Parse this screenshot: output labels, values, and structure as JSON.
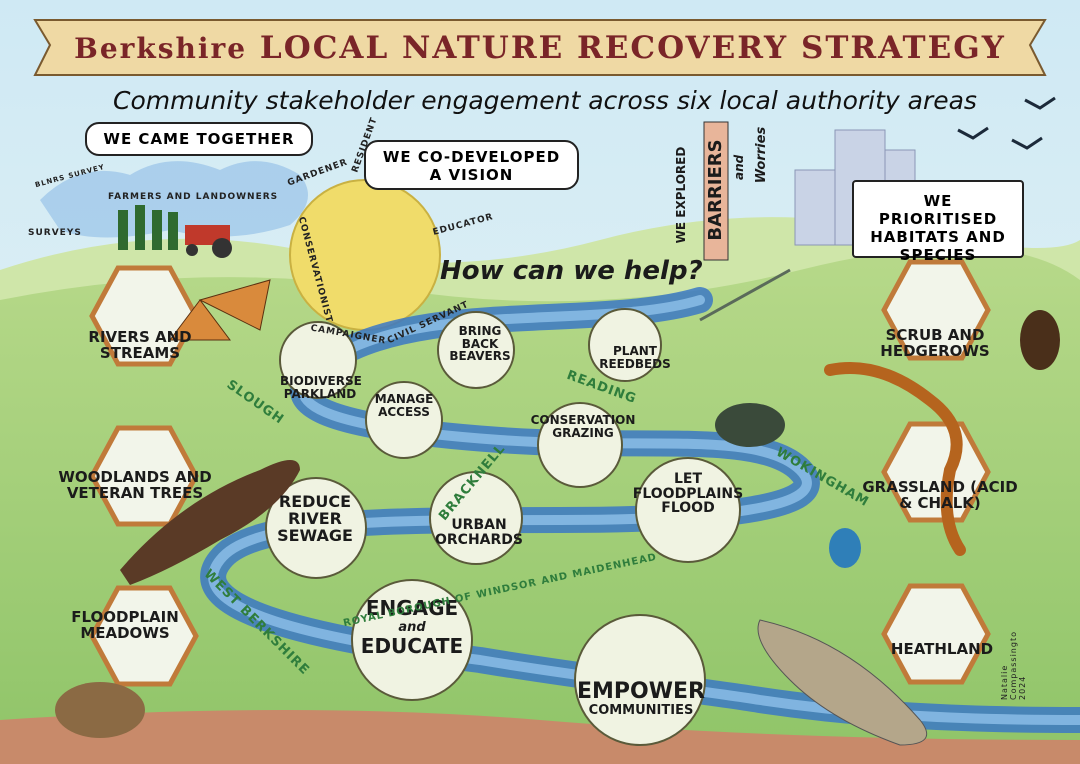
{
  "banner": {
    "title_a": "Berkshire",
    "title_b": "Local Nature Recovery Strategy"
  },
  "subtitle": "Community stakeholder engagement across six local authority areas",
  "bubbles": {
    "came_together": "WE CAME TOGETHER",
    "co_developed": "WE CO-DEVELOPED A VISION",
    "prioritised": "WE PRIORITISED HABITATS AND SPECIES"
  },
  "explored": {
    "we_explored": "WE EXPLORED",
    "barriers": "BARRIERS",
    "and": "and",
    "worries": "Worries"
  },
  "how_help": "How can we help?",
  "engagement": {
    "surveys": "SURVEYS",
    "clipboard": "BLNRS SURVEY",
    "farmers": "FARMERS AND LANDOWNERS",
    "roles": [
      "GARDENER",
      "RESIDENT",
      "EDUCATOR",
      "CONSERVATIONIST",
      "CIVIL SERVANT",
      "CAMPAIGNER"
    ]
  },
  "habitats": [
    {
      "id": "rivers",
      "label": "RIVERS AND STREAMS"
    },
    {
      "id": "woodlands",
      "label": "WOODLANDS AND VETERAN TREES"
    },
    {
      "id": "floodplain",
      "label": "FLOODPLAIN MEADOWS"
    },
    {
      "id": "scrub",
      "label": "SCRUB AND HEDGEROWS"
    },
    {
      "id": "grassland",
      "label": "GRASSLAND (ACID & CHALK)"
    },
    {
      "id": "heathland",
      "label": "HEATHLAND"
    }
  ],
  "actions": [
    {
      "id": "parkland",
      "label": "BIODIVERSE PARKLAND"
    },
    {
      "id": "beavers",
      "label": "BRING BACK BEAVERS"
    },
    {
      "id": "reedbeds",
      "label": "PLANT REEDBEDS"
    },
    {
      "id": "access",
      "label": "MANAGE ACCESS"
    },
    {
      "id": "grazing",
      "label": "CONSERVATION GRAZING"
    },
    {
      "id": "sewage",
      "label": "REDUCE RIVER SEWAGE"
    },
    {
      "id": "orchards",
      "label": "URBAN ORCHARDS"
    },
    {
      "id": "flood",
      "label": "LET FLOODPLAINS FLOOD"
    },
    {
      "id": "engage_title",
      "label": "ENGAGE"
    },
    {
      "id": "engage_and",
      "label": "and"
    },
    {
      "id": "engage_educate",
      "label": "EDUCATE"
    },
    {
      "id": "empower",
      "label": "EMPOWER"
    },
    {
      "id": "communities",
      "label": "COMMUNITIES"
    }
  ],
  "places": [
    "SLOUGH",
    "READING",
    "BRACKNELL",
    "WOKINGHAM",
    "ROYAL BOROUGH OF WINDSOR AND MAIDENHEAD",
    "WEST BERKSHIRE"
  ],
  "signature": "Natalie Compassingto 2024",
  "colors": {
    "banner_text": "#7a2528",
    "place_text": "#2f7d3c",
    "river": "#3b78c4",
    "hex_border": "#c07a3a"
  }
}
